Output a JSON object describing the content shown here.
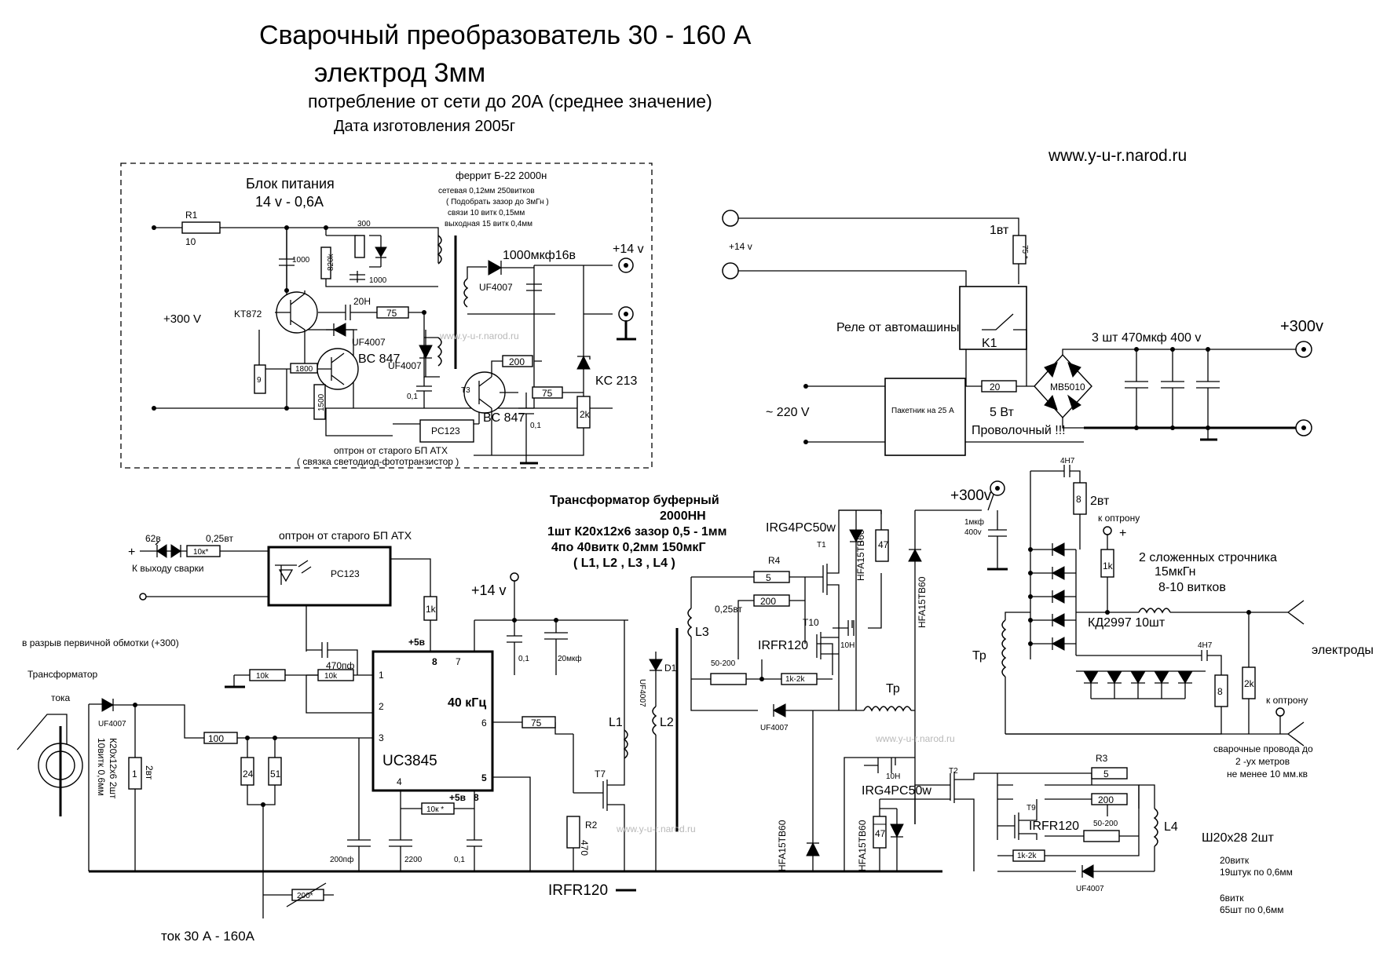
{
  "title": {
    "line1": "Сварочный преобразователь 30 - 160 А",
    "line2": "электрод 3мм",
    "line3": "потребление от сети до 20А (среднее значение)",
    "line4": "Дата изготовления  2005г"
  },
  "website": "www.y-u-r.narod.ru",
  "watermark": "www.y-u-r.narod.ru",
  "power_supply": {
    "title": "Блок питания",
    "rating": "14 v - 0,6A",
    "ferrite_note": "феррит  Б-22  2000н",
    "winding_notes": [
      "сетевая  0,12мм 250витков",
      "( Подобрать зазор до 3мГн )",
      "связи 10 витк 0,15мм",
      "выходная 15 витк 0,4мм"
    ],
    "input_label": "+300  V",
    "output_label": "+14 v",
    "optocoupler_note": "оптрон от старого БП  АТХ",
    "optocoupler_note2": "( связка светодиод-фототранзистор )",
    "labels": {
      "r1": "R1",
      "r1_val": "10",
      "c1000_a": "1000",
      "r820k": "820k",
      "r300": "300",
      "c1000_b": "1000",
      "kt872": "KT872",
      "c20h": "20Н",
      "r75": "75",
      "uf4007_a": "UF4007",
      "uf4007_b": "UF4007",
      "uf4007_c": "UF4007",
      "bc847_a": "BC 847",
      "bc847_b": "BC 847",
      "r1800": "1800",
      "r9": "9",
      "r1500": "1500",
      "c01_a": "0,1",
      "pc123": "PC123",
      "c1000mkf": "1000мкф16в",
      "r200": "200",
      "kc213": "KC 213",
      "r75b": "75",
      "r2k": "2k",
      "c01_b": "0,1",
      "t3": "T3"
    }
  },
  "mains": {
    "plus14": "+14 v",
    "r75_label": "75 *",
    "one_watt": "1вт",
    "relay_label": "Реле от автомашины",
    "k1": "K1",
    "ac_label": "~ 220 V",
    "switch_label": "Пакетник на 25 А",
    "r20": "20",
    "five_w": "5 Вт",
    "wire_wound": "Проволочный !!!",
    "bridge": "MB5010",
    "caps_note": "3 шт   470мкф 400 v",
    "plus300": "+300v"
  },
  "control": {
    "buffer_title": "Трансформатор буферный",
    "buffer_mat": "2000НН",
    "buffer_spec1": "1шт К20х12х6 зазор 0,5 - 1мм",
    "buffer_spec2": "4по 40витк 0,2мм 150мкГ",
    "buffer_spec3": "( L1, L2 , L3 , L4 )",
    "opto_note": "оптрон от старого БП  АТХ",
    "pc123": "PC123",
    "zener_62": "62в",
    "r10k_star": "10к*",
    "quarter_w": "0,25вт",
    "to_weld_out": "К выходу сварки",
    "plus_sign": "+",
    "plus14": "+14 v",
    "r1k": "1k",
    "plus5v_top": "+5в",
    "pin8": "8",
    "pin7": "7",
    "freq": "40 кГц",
    "chip": "UC3845",
    "pin1": "1",
    "pin2": "2",
    "pin3": "3",
    "pin4": "4",
    "pin5": "5",
    "pin6": "6",
    "pin8b": "8",
    "plus5v_bottom": "+5в",
    "c470pf": "470пф",
    "r10k_a": "10k",
    "r10k_b": "10k",
    "c01_a": "0,1",
    "c20mkf": "20мкф",
    "r75": "75",
    "r100": "100",
    "r24": "24",
    "r51": "51",
    "c200pf": "200пф",
    "c2200": "2200",
    "r10k_star2": "10к *",
    "c01_b": "0,1",
    "r200star": "200*",
    "t7": "T7",
    "r2": "R2",
    "r470": "470",
    "irfr120": "IRFR120",
    "d1": "D1",
    "uf4007": "UF4007",
    "l1": "L1",
    "l2": "L2",
    "break_note": "в разрыв первичной обмотки (+300)",
    "ct_title": "Трансформатор",
    "ct_title2": "тока",
    "ct_uf4007": "UF4007",
    "ct_spec": "К20х12х6  2шт",
    "ct_spec2": "10витк 0,6мм",
    "r1_ct": "1",
    "two_w": "2вт",
    "current_label": "ток 30 А - 160А"
  },
  "power_stage": {
    "irg_top": "IRG4PC50w",
    "t1": "T1",
    "r4": "R4",
    "r5": "5",
    "r200": "200",
    "t10": "T10",
    "irfr120_top": "IRFR120",
    "l3": "L3",
    "quarter_w": "0,25вт",
    "r50_200": "50-200",
    "r1k2k": "1k-2k",
    "uf4007_top": "UF4007",
    "c10h_a": "10Н",
    "hfa_a": "HFA15TB60",
    "hfa_b": "HFA15TB60",
    "r47_a": "47",
    "plus300": "+300v",
    "c1mkf": "1мкф",
    "c400v": "400v",
    "tp_mid": "Тр",
    "c10h_b": "10Н",
    "irg_bottom": "IRG4PC50w",
    "t2": "T2",
    "r3": "R3",
    "r5b": "5",
    "r200b": "200",
    "t9": "T9",
    "irfr120_bottom": "IRFR120",
    "r50_200b": "50-200",
    "r1k2kb": "1k-2k",
    "uf4007_bottom": "UF4007",
    "l4": "L4",
    "hfa_c": "HFA15TB60",
    "hfa_d": "HFA15TB60",
    "r47_b": "47"
  },
  "output": {
    "c4h7_a": "4Н7",
    "r8_a": "8",
    "two_w": "2вт",
    "to_opto_a": "к оптрону",
    "plus": "+",
    "r1k": "1k",
    "choke_note": "2 сложенных строчника",
    "choke_l": "15мкГн",
    "choke_turns": "8-10 витков",
    "diodes": "КД2997 10шт",
    "c4h7_b": "4Н7",
    "tp": "Тр",
    "r8_b": "8",
    "r2k": "2k",
    "to_opto_b": "к оптрону",
    "electrodes": "электроды",
    "cable_note1": "сварочные провода до",
    "cable_note2": "2 -ух метров",
    "cable_note3": "не менее  10 мм.кв",
    "core": "Ш20х28    2шт",
    "w1a": "20витк",
    "w1b": "19штук по 0,6мм",
    "w2a": "6витк",
    "w2b": "65шт по 0,6мм"
  }
}
